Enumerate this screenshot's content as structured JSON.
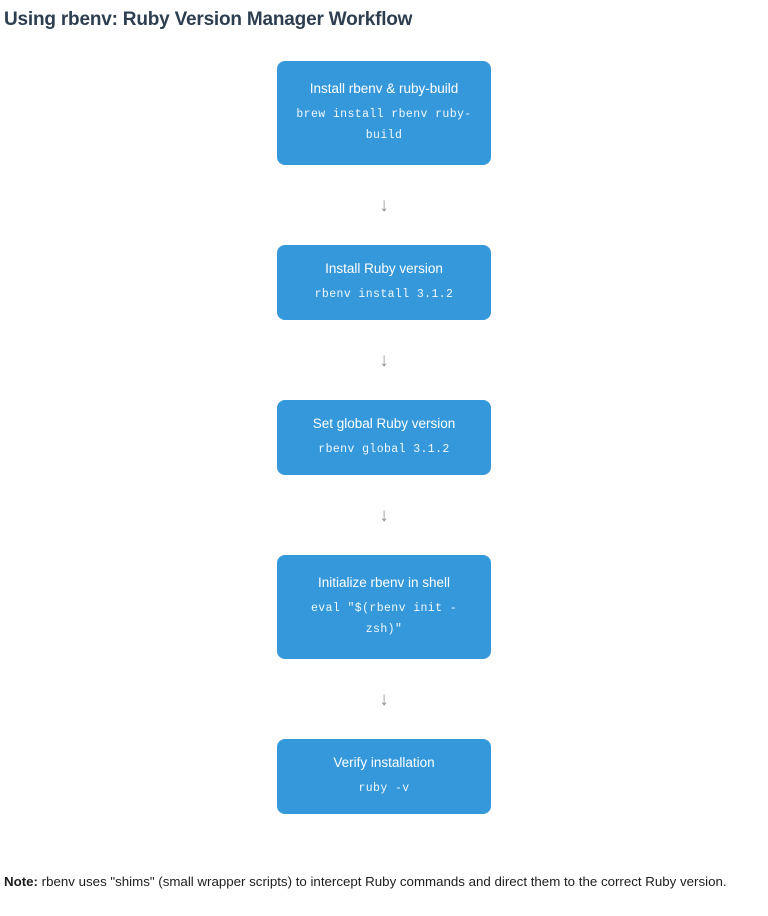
{
  "page": {
    "title": "Using rbenv: Ruby Version Manager Workflow",
    "background_color": "#ffffff",
    "title_color": "#2c3e50"
  },
  "flow": {
    "node_color": "#3498db",
    "node_text_color": "#ffffff",
    "arrow_color": "#8b9398",
    "arrow_glyph": "↓",
    "nodes": [
      {
        "label": "Install rbenv & ruby-build",
        "code": "brew install rbenv ruby-build"
      },
      {
        "label": "Install Ruby version",
        "code": "rbenv install 3.1.2"
      },
      {
        "label": "Set global Ruby version",
        "code": "rbenv global 3.1.2"
      },
      {
        "label": "Initialize rbenv in shell",
        "code": "eval \"$(rbenv init - zsh)\""
      },
      {
        "label": "Verify installation",
        "code": "ruby -v"
      }
    ]
  },
  "note": {
    "prefix": "Note:",
    "text": " rbenv uses \"shims\" (small wrapper scripts) to intercept Ruby commands and direct them to the correct Ruby version."
  }
}
